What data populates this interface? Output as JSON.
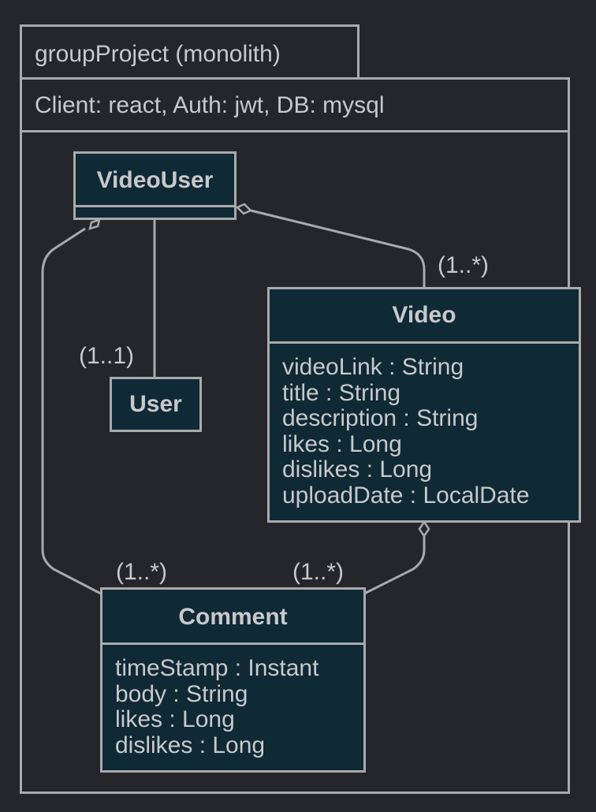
{
  "package": {
    "name": "groupProject (monolith)",
    "stereotype": "Client: react, Auth: jwt, DB: mysql"
  },
  "classes": {
    "videouser": {
      "name": "VideoUser",
      "attributes": []
    },
    "user": {
      "name": "User",
      "attributes": []
    },
    "video": {
      "name": "Video",
      "attributes": [
        "videoLink : String",
        "title : String",
        "description : String",
        "likes : Long",
        "dislikes : Long",
        "uploadDate : LocalDate"
      ]
    },
    "comment": {
      "name": "Comment",
      "attributes": [
        "timeStamp : Instant",
        "body : String",
        "likes : Long",
        "dislikes : Long"
      ]
    }
  },
  "relations": [
    {
      "from": "VideoUser",
      "to": "Video",
      "kind": "aggregation",
      "multiplicity": "(1..*)"
    },
    {
      "from": "VideoUser",
      "to": "User",
      "kind": "association",
      "multiplicity": "(1..1)"
    },
    {
      "from": "VideoUser",
      "to": "Comment",
      "kind": "aggregation",
      "multiplicity": "(1..*)"
    },
    {
      "from": "Video",
      "to": "Comment",
      "kind": "aggregation",
      "multiplicity": "(1..*)"
    }
  ],
  "colors": {
    "background": "#24262b",
    "class_fill": "#0f2935",
    "stroke": "#a9aaac",
    "text": "#c8c9cb"
  }
}
